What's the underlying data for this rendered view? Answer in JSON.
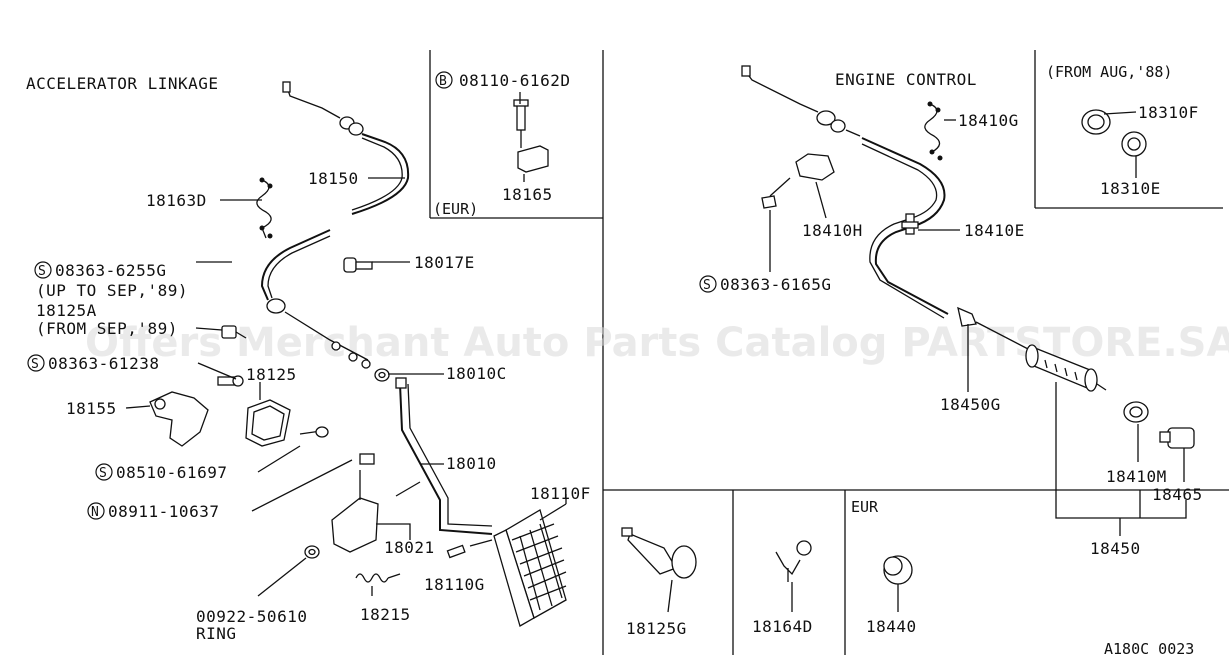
{
  "titles": {
    "accelerator": "ACCELERATOR LINKAGE",
    "engine": "ENGINE CONTROL"
  },
  "watermark": "Offers Merchant Auto Parts Catalog PARTSTORE.SA",
  "boxes": {
    "eur_top": "(EUR)",
    "from_aug": "(FROM AUG,'88)",
    "eur": "EUR"
  },
  "notes": {
    "up_to": "(UP TO SEP,'89)",
    "from_sep": "(FROM SEP,'89)",
    "ring": "RING"
  },
  "symbols": {
    "b": "B",
    "s": "S",
    "n": "N"
  },
  "parts": {
    "p08110": "08110-6162D",
    "p18165": "18165",
    "p18150": "18150",
    "p18163D": "18163D",
    "p18017E": "18017E",
    "p08363_6255G": "08363-6255G",
    "p18125A": "18125A",
    "p08363_61238": "08363-61238",
    "p18125": "18125",
    "p18155": "18155",
    "p18010C": "18010C",
    "p18010": "18010",
    "p08510": "08510-61697",
    "p08911": "08911-10637",
    "p18021": "18021",
    "p18110F": "18110F",
    "p18110G": "18110G",
    "p00922": "00922-50610",
    "p18215": "18215",
    "p18410G": "18410G",
    "p18410H": "18410H",
    "p18410E": "18410E",
    "p08363_6165G": "08363-6165G",
    "p18310F": "18310F",
    "p18310E": "18310E",
    "p18450G": "18450G",
    "p18410M": "18410M",
    "p18465": "18465",
    "p18450": "18450",
    "p18125G": "18125G",
    "p18164D": "18164D",
    "p18440": "18440"
  },
  "diagram_code": "A180C 0023"
}
